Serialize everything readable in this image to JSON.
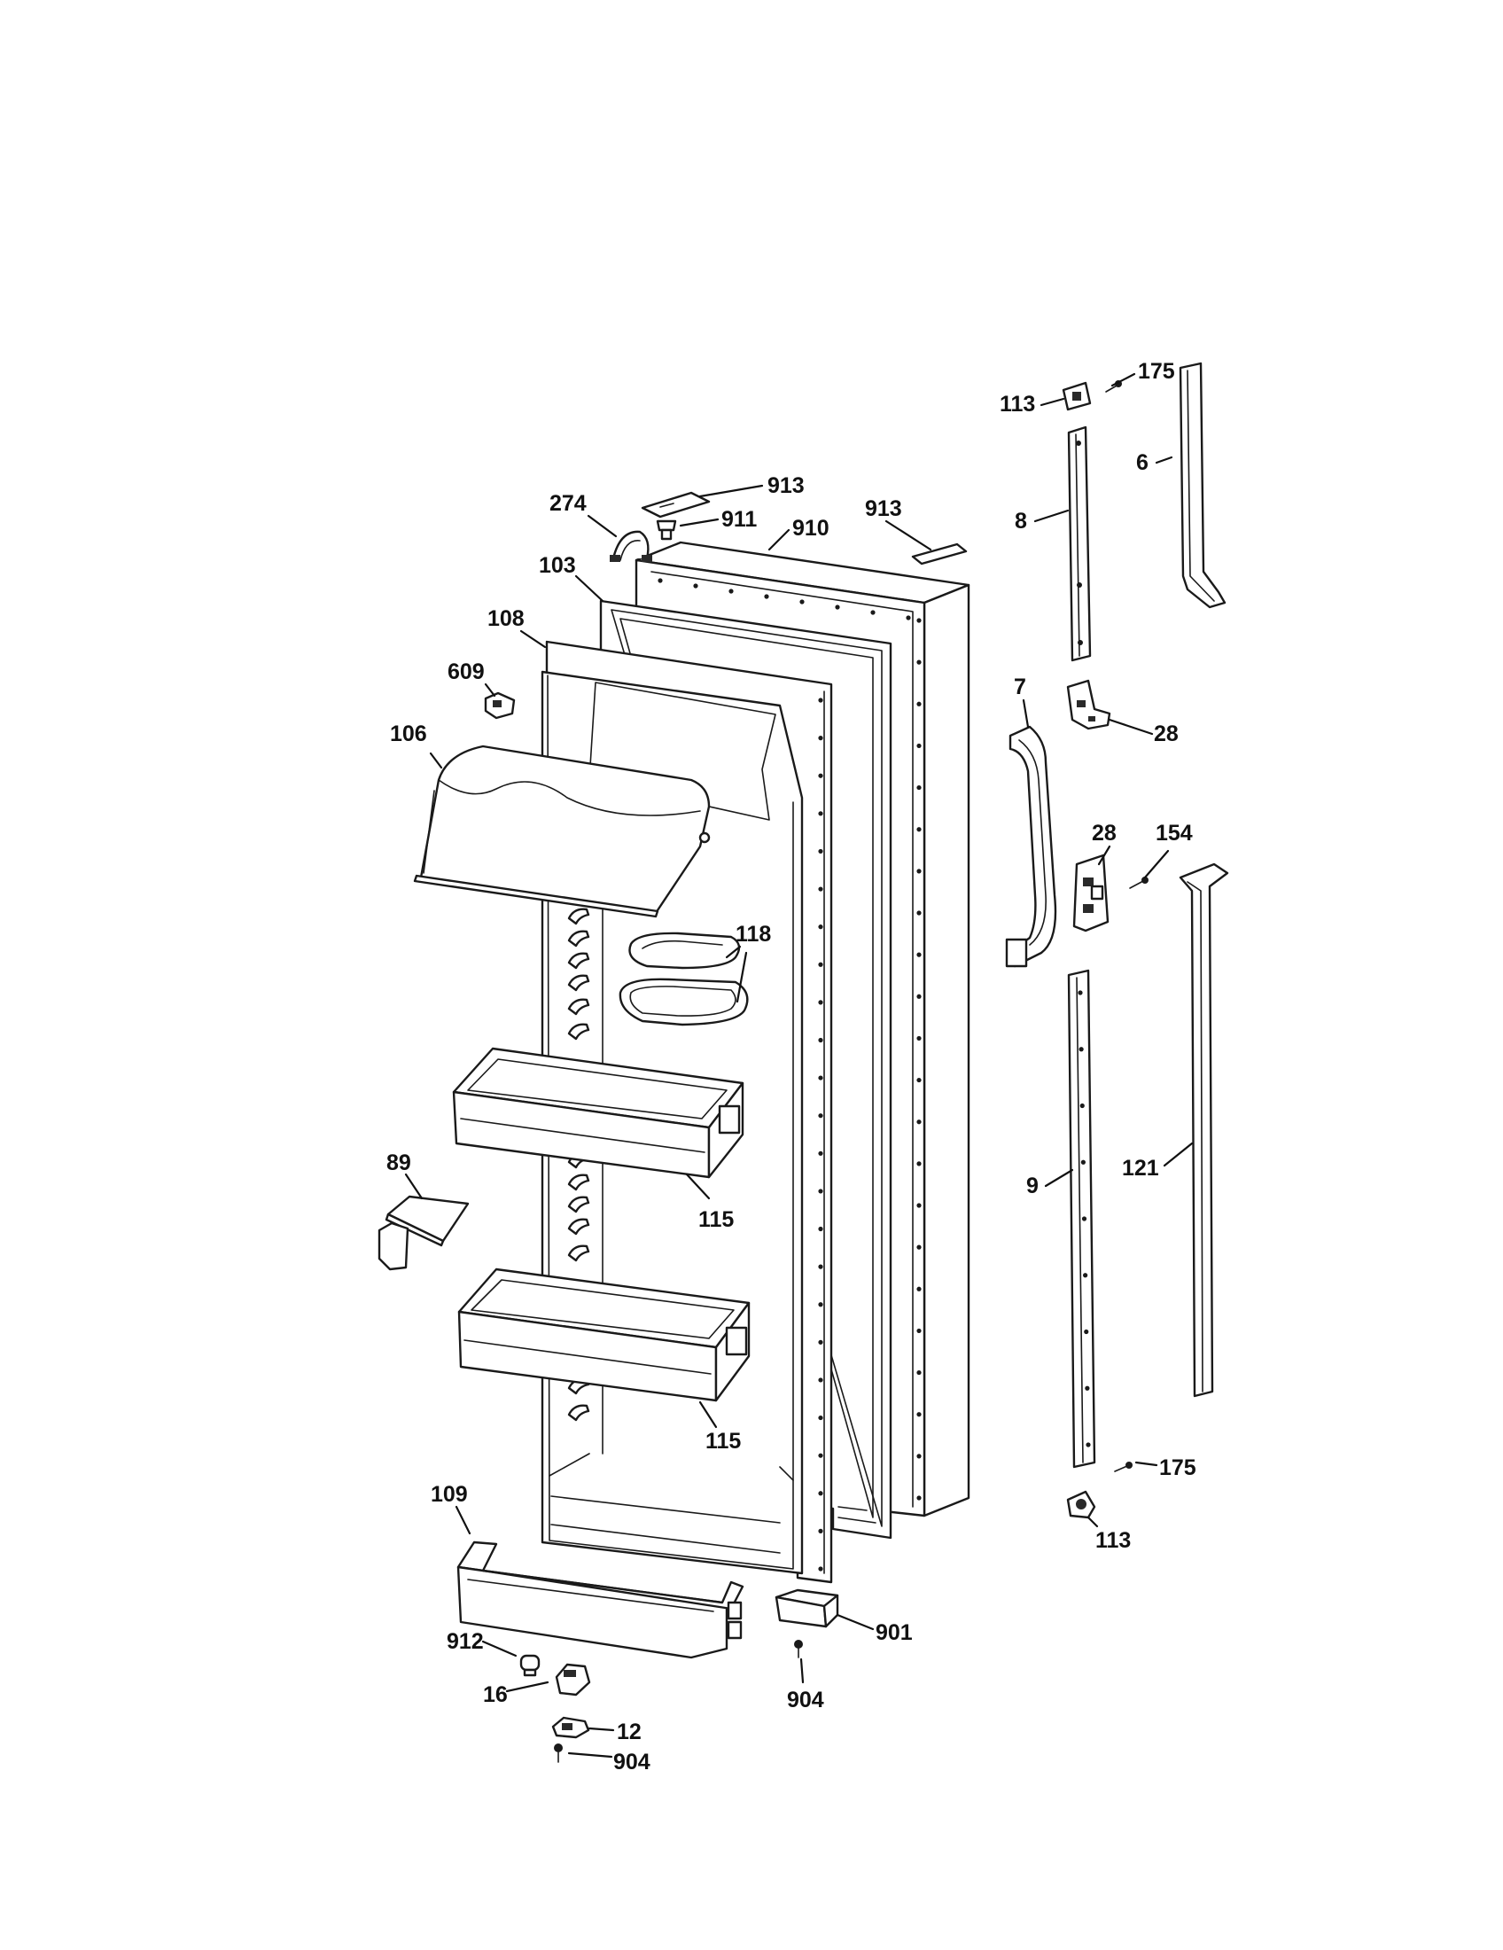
{
  "callouts": [
    {
      "id": "c175a",
      "text": "175"
    },
    {
      "id": "c113a",
      "text": "113"
    },
    {
      "id": "c6",
      "text": "6"
    },
    {
      "id": "c913a",
      "text": "913"
    },
    {
      "id": "c274",
      "text": "274"
    },
    {
      "id": "c911",
      "text": "911"
    },
    {
      "id": "c910",
      "text": "910"
    },
    {
      "id": "c913b",
      "text": "913"
    },
    {
      "id": "c8",
      "text": "8"
    },
    {
      "id": "c103",
      "text": "103"
    },
    {
      "id": "c108",
      "text": "108"
    },
    {
      "id": "c609",
      "text": "609"
    },
    {
      "id": "c7",
      "text": "7"
    },
    {
      "id": "c28a",
      "text": "28"
    },
    {
      "id": "c106",
      "text": "106"
    },
    {
      "id": "c28b",
      "text": "28"
    },
    {
      "id": "c154",
      "text": "154"
    },
    {
      "id": "c118",
      "text": "118"
    },
    {
      "id": "c89",
      "text": "89"
    },
    {
      "id": "c9",
      "text": "9"
    },
    {
      "id": "c121",
      "text": "121"
    },
    {
      "id": "c115a",
      "text": "115"
    },
    {
      "id": "c115b",
      "text": "115"
    },
    {
      "id": "c175b",
      "text": "175"
    },
    {
      "id": "c113b",
      "text": "113"
    },
    {
      "id": "c109",
      "text": "109"
    },
    {
      "id": "c901",
      "text": "901"
    },
    {
      "id": "c912",
      "text": "912"
    },
    {
      "id": "c16",
      "text": "16"
    },
    {
      "id": "c904a",
      "text": "904"
    },
    {
      "id": "c12",
      "text": "12"
    },
    {
      "id": "c904b",
      "text": "904"
    }
  ]
}
